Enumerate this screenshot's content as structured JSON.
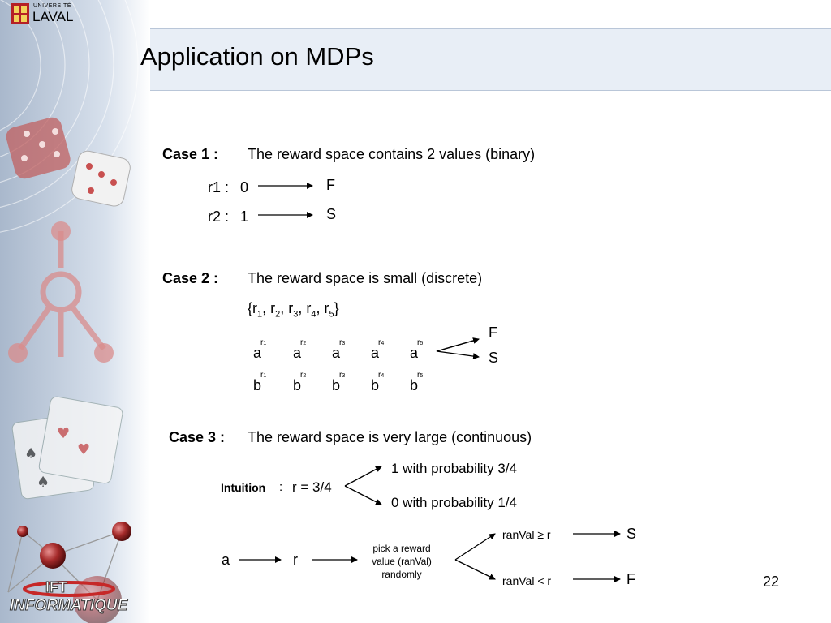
{
  "branding": {
    "university_top": "UNIVERSITÉ",
    "university_name": "LAVAL",
    "dept_top": "IFT",
    "dept_bottom": "INFORMATIQUE"
  },
  "slide": {
    "title": "Application on MDPs",
    "page_number": "22"
  },
  "case1": {
    "label": "Case 1 :",
    "description": "The reward space contains 2 values (binary)",
    "rows": [
      {
        "name": "r1 :",
        "value": "0",
        "result": "F"
      },
      {
        "name": "r2 :",
        "value": "1",
        "result": "S"
      }
    ]
  },
  "case2": {
    "label": "Case 2 :",
    "description": "The reward space is small (discrete)",
    "set_open": "{r",
    "set_items": [
      "1",
      "2",
      "3",
      "4",
      "5"
    ],
    "base_a": "a",
    "base_b": "b",
    "exp_r": "r",
    "exp_subs": [
      "1",
      "2",
      "3",
      "4",
      "5"
    ],
    "out_f": "F",
    "out_s": "S"
  },
  "case3": {
    "label": "Case 3 :",
    "description": "The reward space is very large (continuous)",
    "intuition_label": "Intuition",
    "intuition_colon": ":",
    "intuition_expr": "r = 3/4",
    "outcome_1": "1  with probability  3/4",
    "outcome_0": "0  with probability  1/4",
    "flow_a": "a",
    "flow_r": "r",
    "pick_line1": "pick a reward",
    "pick_line2": "value (ranVal)",
    "pick_line3": "randomly",
    "cond_ge": "ranVal ≥ r",
    "cond_lt": "ranVal < r",
    "result_s": "S",
    "result_f": "F"
  }
}
